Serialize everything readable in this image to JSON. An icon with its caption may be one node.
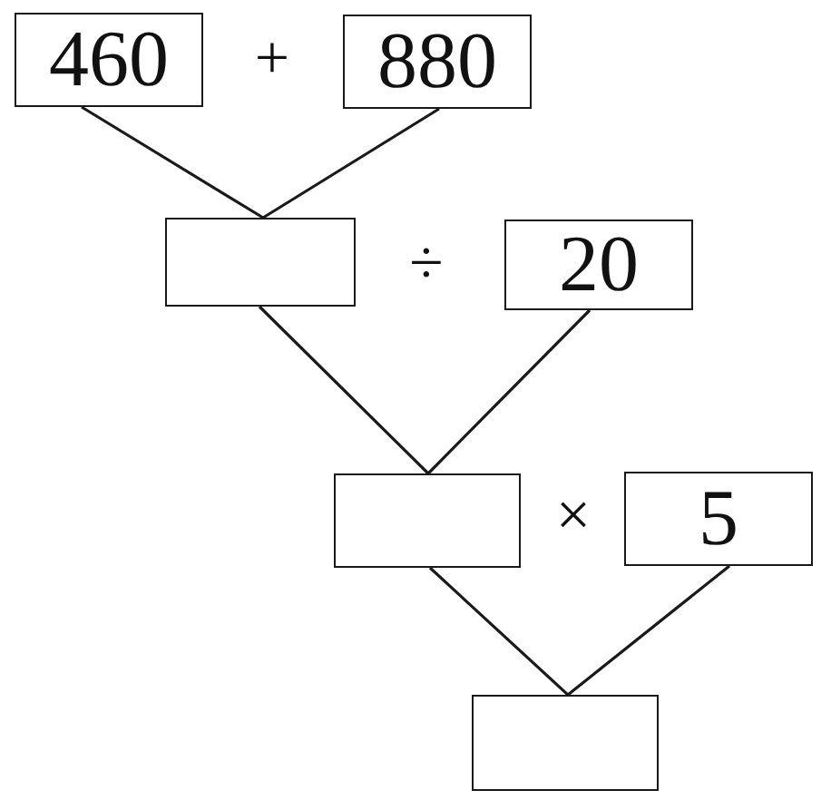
{
  "diagram": {
    "nodes": [
      {
        "text": [
          "460"
        ]
      },
      {
        "text": [
          "880"
        ]
      },
      {
        "text": [],
        "shape": "box"
      },
      {
        "text": [
          "20"
        ]
      },
      {
        "text": [],
        "shape": "box"
      },
      {
        "text": [
          "5"
        ]
      },
      {
        "text": [],
        "shape": "box"
      }
    ],
    "edges": [
      {
        "from": 0,
        "to": 2,
        "arrow": "none"
      },
      {
        "from": 1,
        "to": 2,
        "arrow": "none"
      },
      {
        "from": 2,
        "to": 4,
        "arrow": "none"
      },
      {
        "from": 3,
        "to": 4,
        "arrow": "none"
      },
      {
        "from": 4,
        "to": 6,
        "arrow": "none"
      },
      {
        "from": 5,
        "to": 6,
        "arrow": "none"
      }
    ],
    "labels": [
      "+",
      "÷",
      "×"
    ]
  }
}
